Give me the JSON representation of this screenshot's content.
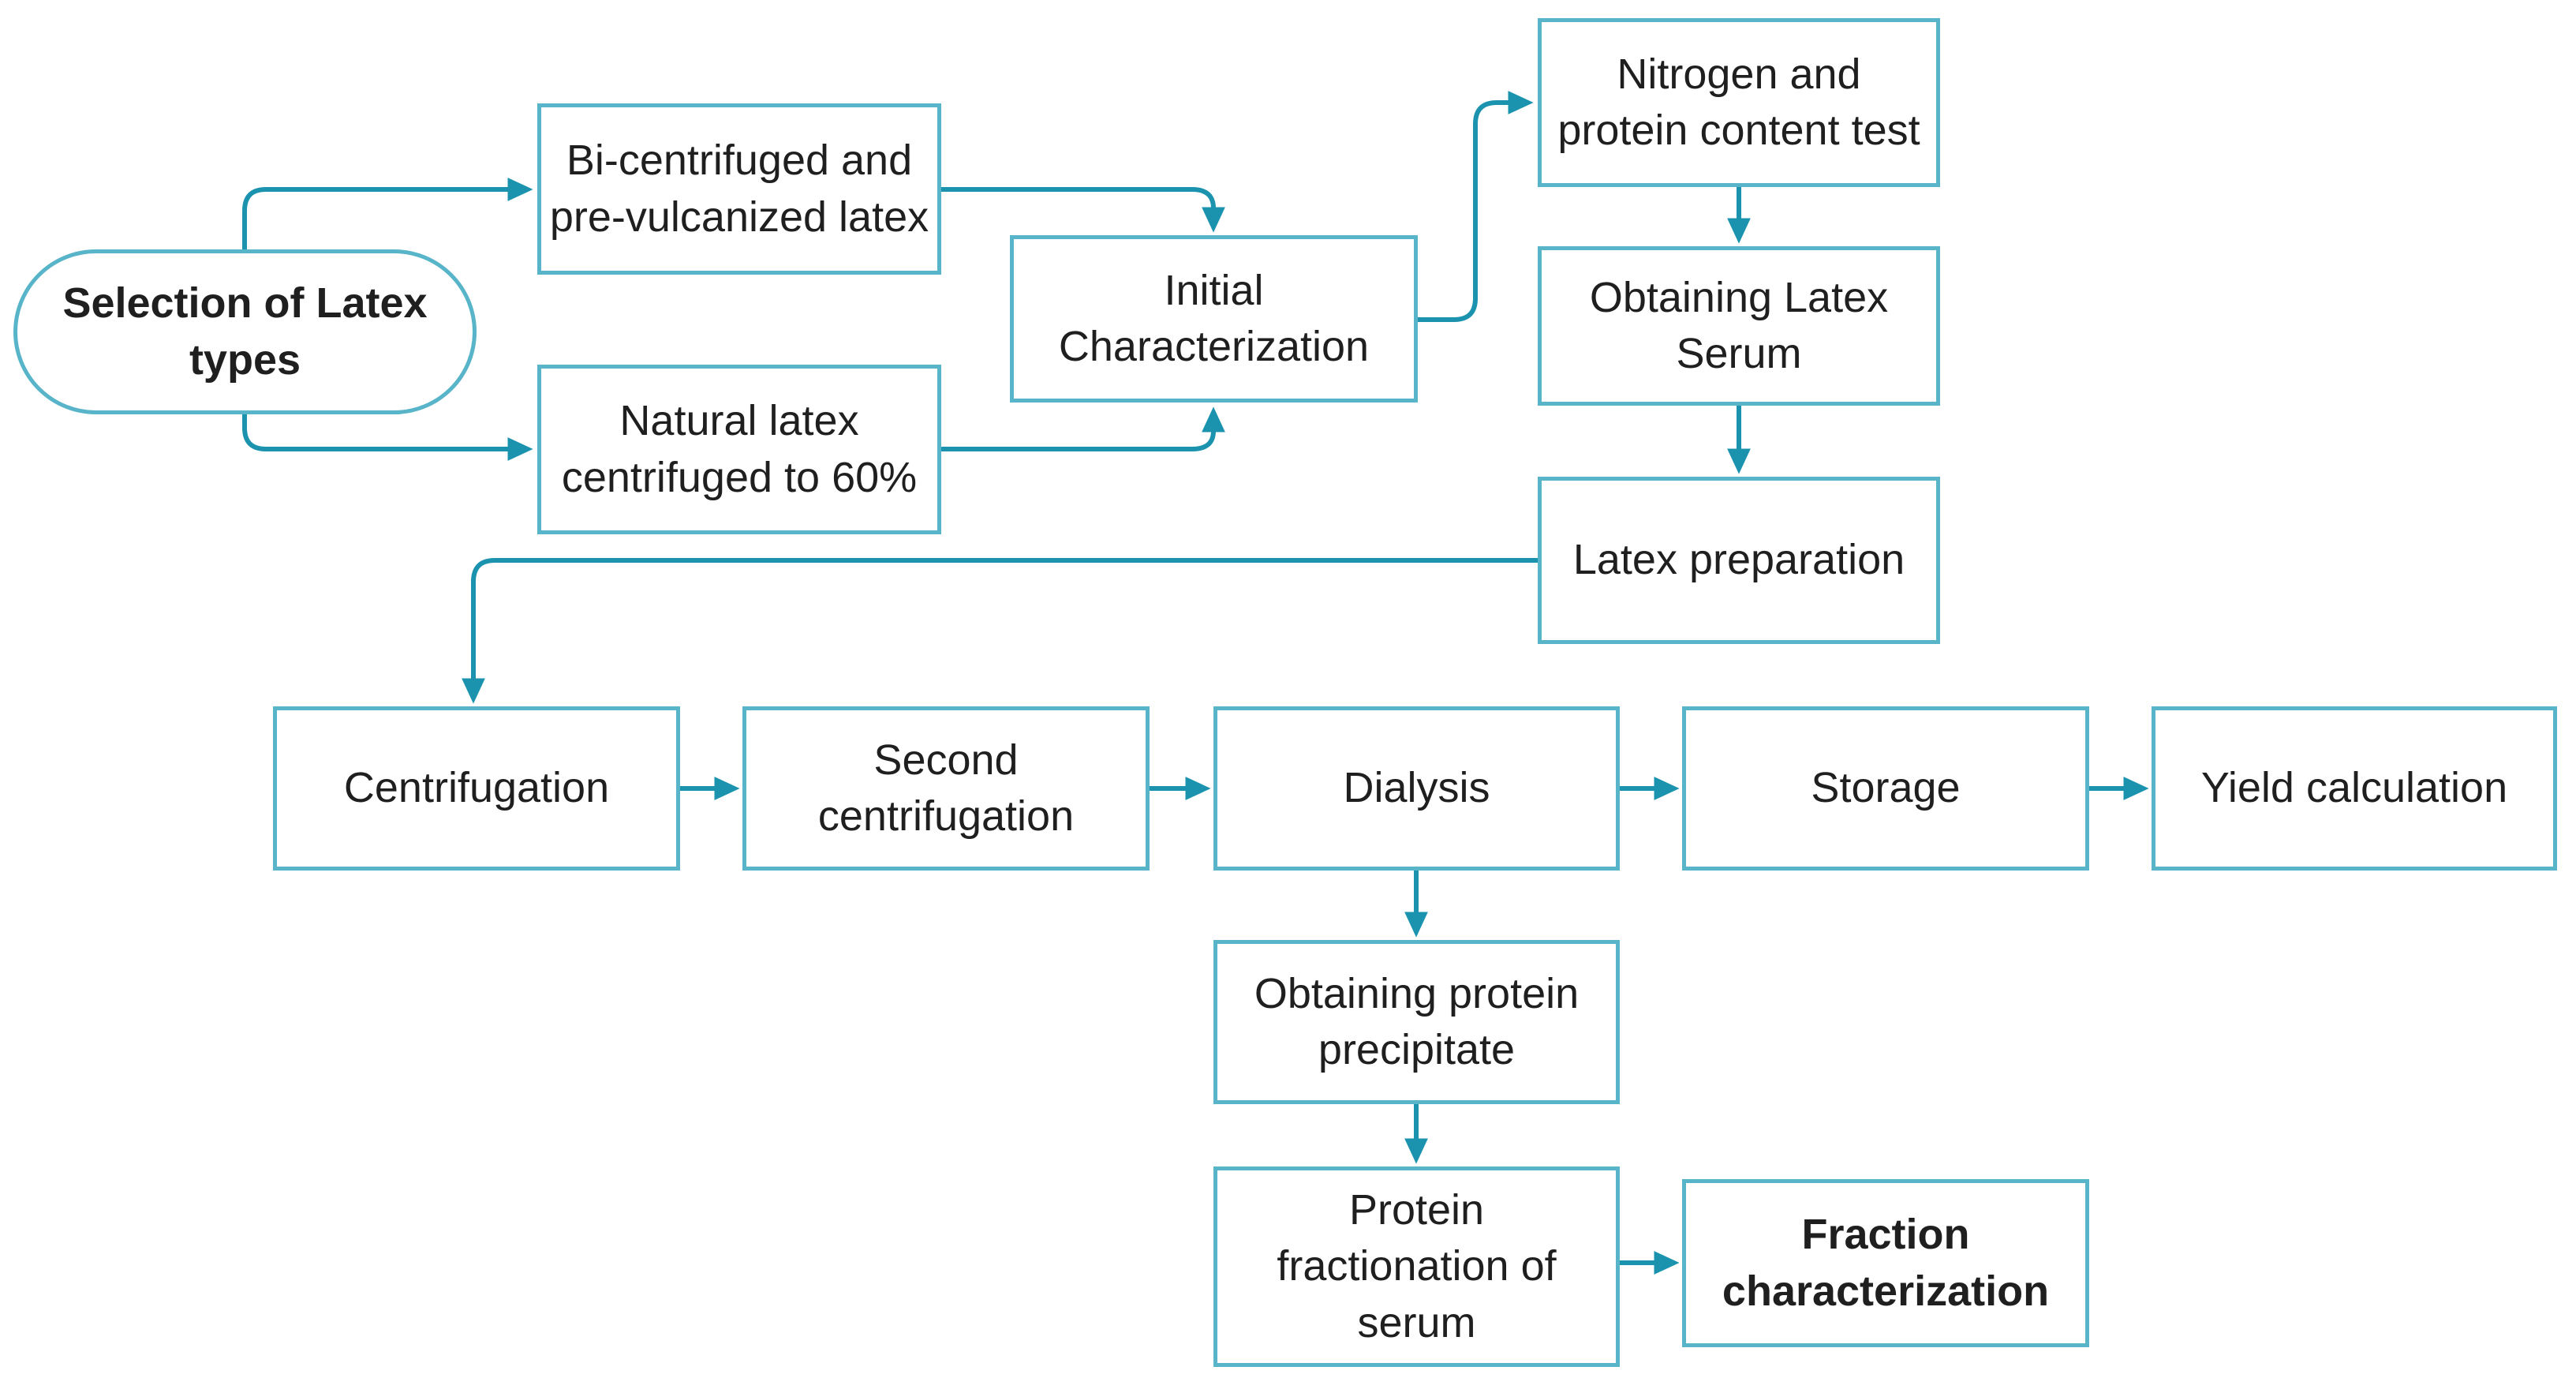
{
  "diagram": {
    "type": "flowchart",
    "title": "",
    "colors": {
      "bg_color": "#ffffff",
      "node_bg_color": "#ffffff",
      "node_border_color": "#58b4c8",
      "arrow_color": "#1b93ae",
      "text_color": "#1f1f1f"
    },
    "nodes": [
      {
        "id": "selection",
        "label": "Selection of Latex\ntypes",
        "shape": "stadium",
        "bold": true
      },
      {
        "id": "bicentrifuged",
        "label": "Bi-centrifuged and\npre-vulcanized latex",
        "shape": "rect",
        "bold": false
      },
      {
        "id": "natural",
        "label": "Natural latex\ncentrifuged to 60%",
        "shape": "rect",
        "bold": false
      },
      {
        "id": "initialchar",
        "label": "Initial\nCharacterization",
        "shape": "rect",
        "bold": false
      },
      {
        "id": "nitrogen",
        "label": "Nitrogen and\nprotein content test",
        "shape": "rect",
        "bold": false
      },
      {
        "id": "serum",
        "label": "Obtaining Latex\nSerum",
        "shape": "rect",
        "bold": false
      },
      {
        "id": "latexprep",
        "label": "Latex preparation",
        "shape": "rect",
        "bold": false
      },
      {
        "id": "centrifugation",
        "label": "Centrifugation",
        "shape": "rect",
        "bold": false
      },
      {
        "id": "second",
        "label": "Second\ncentrifugation",
        "shape": "rect",
        "bold": false
      },
      {
        "id": "dialysis",
        "label": "Dialysis",
        "shape": "rect",
        "bold": false
      },
      {
        "id": "storage",
        "label": "Storage",
        "shape": "rect",
        "bold": false
      },
      {
        "id": "yield",
        "label": "Yield calculation",
        "shape": "rect",
        "bold": false
      },
      {
        "id": "precipitate",
        "label": "Obtaining protein\nprecipitate",
        "shape": "rect",
        "bold": false
      },
      {
        "id": "fractionation",
        "label": "Protein\nfractionation of\nserum",
        "shape": "rect",
        "bold": false
      },
      {
        "id": "fractionchar",
        "label": "Fraction\ncharacterization",
        "shape": "rect",
        "bold": true
      }
    ],
    "edges": [
      {
        "from": "selection",
        "to": "bicentrifuged"
      },
      {
        "from": "selection",
        "to": "natural"
      },
      {
        "from": "bicentrifuged",
        "to": "initialchar"
      },
      {
        "from": "natural",
        "to": "initialchar"
      },
      {
        "from": "initialchar",
        "to": "nitrogen"
      },
      {
        "from": "nitrogen",
        "to": "serum"
      },
      {
        "from": "serum",
        "to": "latexprep"
      },
      {
        "from": "latexprep",
        "to": "centrifugation"
      },
      {
        "from": "centrifugation",
        "to": "second"
      },
      {
        "from": "second",
        "to": "dialysis"
      },
      {
        "from": "dialysis",
        "to": "storage"
      },
      {
        "from": "storage",
        "to": "yield"
      },
      {
        "from": "dialysis",
        "to": "precipitate"
      },
      {
        "from": "precipitate",
        "to": "fractionation"
      },
      {
        "from": "fractionation",
        "to": "fractionchar"
      }
    ]
  }
}
